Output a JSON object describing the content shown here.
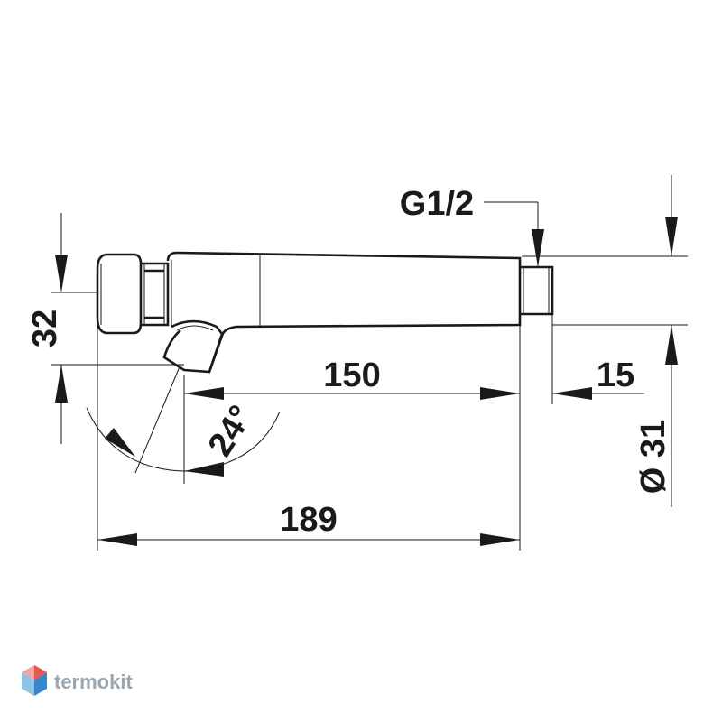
{
  "dimensions": {
    "height_32": "32",
    "length_150": "150",
    "thread_15": "15",
    "angle_24": "24°",
    "total_189": "189",
    "diameter_31": "Ø 31",
    "thread_g12": "G1/2"
  },
  "watermark": {
    "text": "termokit",
    "colors": [
      "#e8584e",
      "#3b86c8",
      "#f2a2a2",
      "#8fc0e6"
    ]
  }
}
